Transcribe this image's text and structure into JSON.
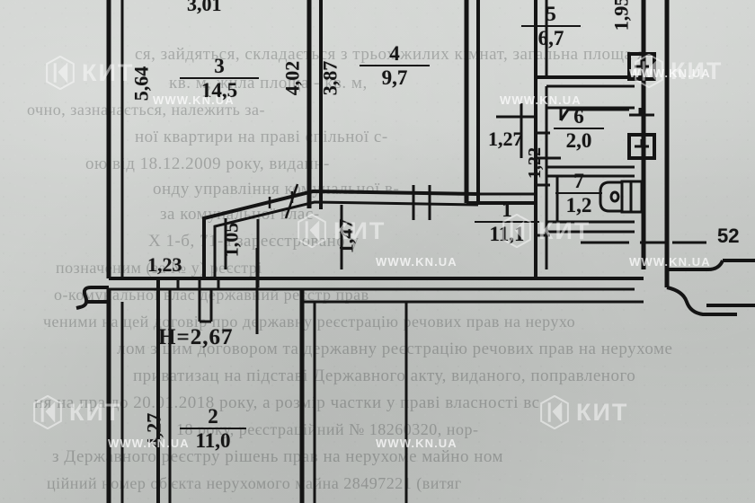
{
  "document": {
    "kind": "scanned-apartment-floor-plan",
    "apartment_number": "52",
    "ceiling_height_label": "H=2,67"
  },
  "watermark": {
    "brand_text": "КИТ",
    "url_text": "WWW.KN.UA",
    "logo_icon": "hexagon-k-logo-icon"
  },
  "rooms": [
    {
      "id": "room-1",
      "number": "1",
      "area": "11,1"
    },
    {
      "id": "room-2",
      "number": "2",
      "area": "11,0"
    },
    {
      "id": "room-3",
      "number": "3",
      "area": "14,5"
    },
    {
      "id": "room-4",
      "number": "4",
      "area": "9,7"
    },
    {
      "id": "room-5",
      "number": "5",
      "area": "6,7"
    },
    {
      "id": "room-6",
      "number": "6",
      "area": "2,0"
    },
    {
      "id": "room-7",
      "number": "7",
      "area": "1,2"
    }
  ],
  "dimensions": {
    "top_room3_width": "3,01",
    "room3_left_height": "5,64",
    "room3_right_height": "4,02",
    "room4_left_height": "3,87",
    "corridor_offset": "1,23",
    "niche_depth": "1,05",
    "hall_run": "1,47",
    "hall_width": "1,27",
    "bath_width": "1,22",
    "right_wall_height": "1,95",
    "room2_height": "4,27"
  },
  "ghost_text": [
    "ся, зайдяться, складається з трьох жилих кімнат, загальна площа я",
    "кв. м, жила площа -            кв. м,",
    "очно, зазначається, належить за-",
    "ної квартири на праві спільної с-",
    "ою від 18.12.2009 року, виданн-",
    "онду управління комунальної в-",
    "за комунальної влас-",
    "X 1-б, 71-а зареєстровано у",
    "позначеним (за №          у) реєстрі",
    "о-комунальної влас державний реєстр прав",
    "ченими на цей договір про державну реєстрацію речових прав на нерухо",
    "лом з цим договором та державну реєстрацію речових прав на нерухоме",
    "приватизац на підставі Державного акту, виданого, поправленого",
    "ня на пра до 20.01.2018 року, а розмір частки у праві власності вс",
    "18 року, реєстраційний № 18260320, нор-",
    "з Державного реєстру рішень прав на нерухоме майно ном",
    "ційний номер об'єкта нерухомого майна 28497221 (витяг"
  ]
}
